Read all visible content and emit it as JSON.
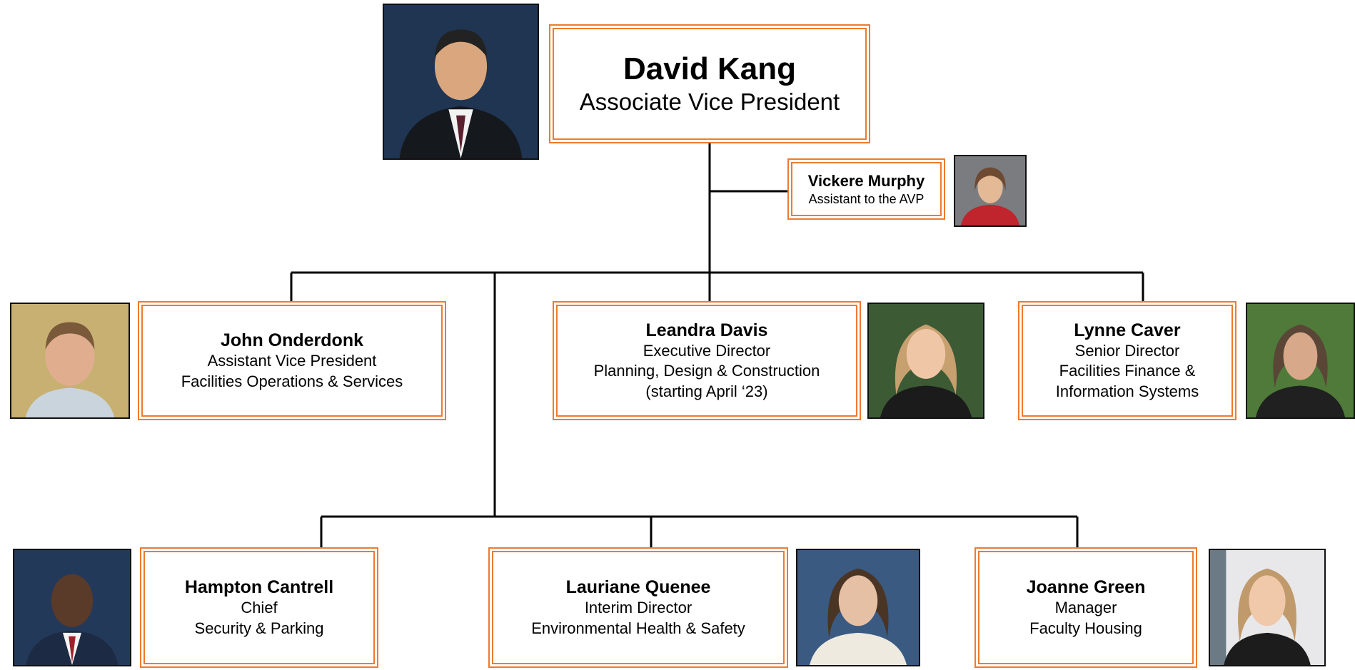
{
  "org_chart": {
    "head": {
      "name": "David Kang",
      "role_lines": [
        "Associate Vice President"
      ]
    },
    "assistant": {
      "name": "Vickere Murphy",
      "role_lines": [
        "Assistant to the AVP"
      ]
    },
    "direct_reports": [
      {
        "name": "John Onderdonk",
        "role_lines": [
          "Assistant Vice President",
          "Facilities Operations & Services"
        ]
      },
      {
        "name": "Leandra Davis",
        "role_lines": [
          "Executive Director",
          "Planning, Design & Construction",
          "(starting April ‘23)"
        ]
      },
      {
        "name": "Lynne Caver",
        "role_lines": [
          "Senior Director",
          "Facilities Finance &",
          "Information Systems"
        ]
      }
    ],
    "sub_reports": [
      {
        "name": "Hampton Cantrell",
        "role_lines": [
          "Chief",
          "Security & Parking"
        ]
      },
      {
        "name": "Lauriane Quenee",
        "role_lines": [
          "Interim Director",
          "Environmental Health & Safety"
        ]
      },
      {
        "name": "Joanne Green",
        "role_lines": [
          "Manager",
          "Faculty Housing"
        ]
      }
    ],
    "colors": {
      "box_border": "#ef7a2e",
      "connector": "#000000"
    }
  }
}
